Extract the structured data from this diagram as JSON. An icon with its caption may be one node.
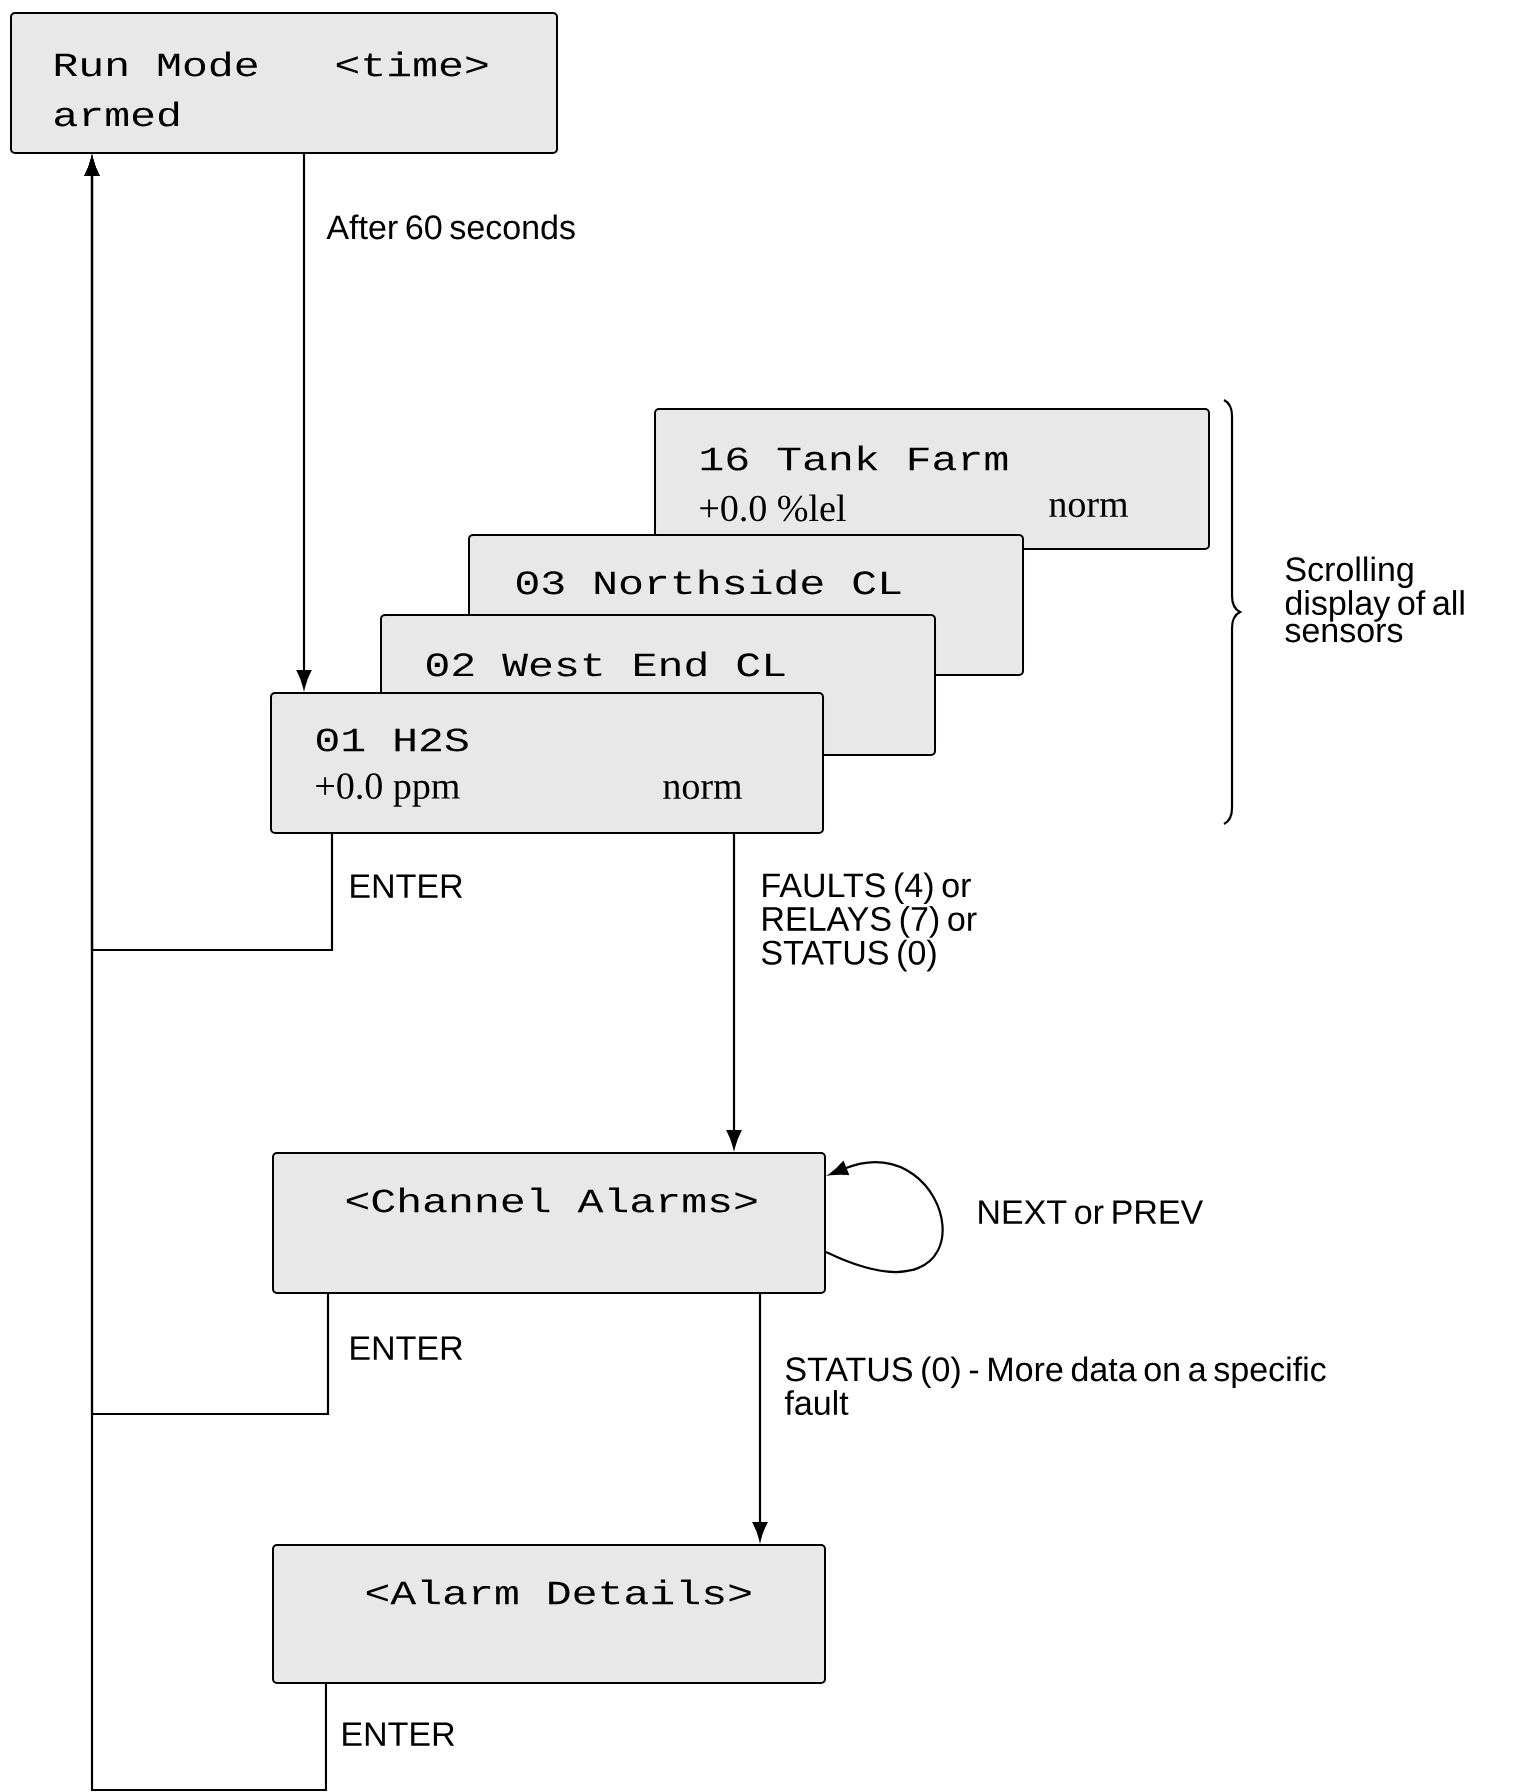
{
  "diagram": {
    "nodes": [
      {
        "text": [
          "Run Mode",
          "<time>",
          "armed"
        ]
      },
      {
        "text": [
          "16 Tank Farm",
          "+0.0 %lel",
          "norm"
        ]
      },
      {
        "text": [
          "03 Northside CL"
        ]
      },
      {
        "text": [
          "02 West End CL"
        ]
      },
      {
        "text": [
          "01 H2S",
          "+0.0 ppm",
          "norm"
        ]
      },
      {
        "text": [
          "<Channel Alarms>"
        ]
      },
      {
        "text": [
          "<Alarm Details>"
        ]
      }
    ],
    "edges": [
      {
        "from": 0,
        "to": 4,
        "arrow": "to",
        "label": "After 60 seconds"
      },
      {
        "from": 4,
        "to": 0,
        "arrow": "to",
        "label": "ENTER"
      },
      {
        "from": 4,
        "to": 5,
        "arrow": "to",
        "label": "FAULTS (4) or RELAYS (7) or STATUS (0)"
      },
      {
        "from": 5,
        "to": 5,
        "arrow": "to",
        "label": "NEXT or PREV"
      },
      {
        "from": 5,
        "to": 6,
        "arrow": "to",
        "label": "STATUS (0) - More data on a specific fault"
      },
      {
        "from": 5,
        "to": 0,
        "arrow": "to",
        "label": "ENTER"
      },
      {
        "from": 6,
        "to": 0,
        "arrow": "to",
        "label": "ENTER"
      }
    ],
    "labels": [
      "Scrolling display of all sensors"
    ]
  }
}
